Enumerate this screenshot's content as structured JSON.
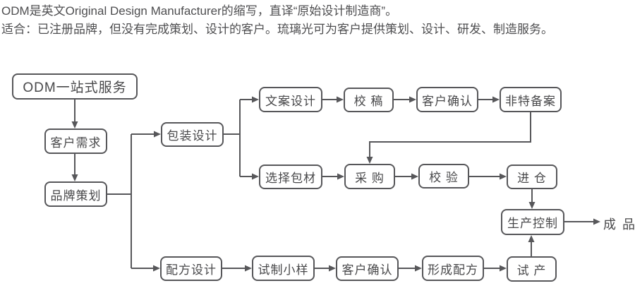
{
  "header": {
    "line1": "ODM是英文Original Design Manufacturer的缩写，直译“原始设计制造商”。",
    "line2": "适合：已注册品牌，但没有完成策划、设计的客户。琉璃光可为客户提供策划、设计、研发、制造服务。"
  },
  "flowchart": {
    "nodes": [
      {
        "id": "odm-service",
        "label": "ODM一站式服务"
      },
      {
        "id": "customer-needs",
        "label": "客户需求"
      },
      {
        "id": "brand-planning",
        "label": "品牌策划"
      },
      {
        "id": "packaging-design",
        "label": "包装设计"
      },
      {
        "id": "copy-design",
        "label": "文案设计"
      },
      {
        "id": "proofreading",
        "label": "校 稿"
      },
      {
        "id": "customer-confirm-copy",
        "label": "客户确认"
      },
      {
        "id": "non-special-filing",
        "label": "非特备案"
      },
      {
        "id": "select-packaging",
        "label": "选择包材"
      },
      {
        "id": "procurement",
        "label": "采 购"
      },
      {
        "id": "verification",
        "label": "校 验"
      },
      {
        "id": "warehousing",
        "label": "进 仓"
      },
      {
        "id": "production-control",
        "label": "生产控制"
      },
      {
        "id": "formula-design",
        "label": "配方设计"
      },
      {
        "id": "trial-sample",
        "label": "试制小样"
      },
      {
        "id": "customer-confirm-formula",
        "label": "客户确认"
      },
      {
        "id": "formula-formation",
        "label": "形成配方"
      },
      {
        "id": "trial-production",
        "label": "试 产"
      }
    ],
    "end_label": "成 品"
  },
  "colors": {
    "line": "#57575a",
    "box_border": "#57575a",
    "text": "#48484a"
  }
}
